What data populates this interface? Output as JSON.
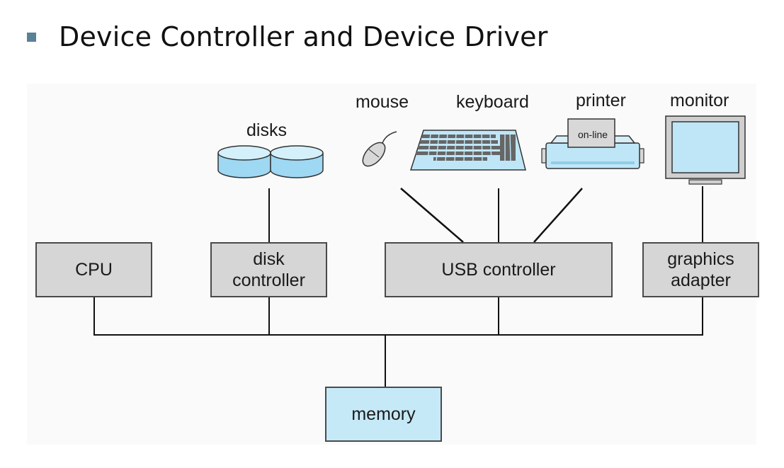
{
  "slide": {
    "title": "Device Controller and Device Driver"
  },
  "diagram": {
    "boxes": {
      "cpu": "CPU",
      "disk_controller": "disk\ncontroller",
      "usb_controller": "USB controller",
      "graphics_adapter": "graphics\nadapter",
      "memory": "memory"
    },
    "devices": {
      "disks": "disks",
      "mouse": "mouse",
      "keyboard": "keyboard",
      "printer": "printer",
      "printer_panel": "on-line",
      "monitor": "monitor"
    }
  },
  "colors": {
    "controller_fill": "#d6d6d6",
    "memory_fill": "#c6e9f7",
    "device_fill": "#bfe6f7",
    "bullet": "#5a8196"
  }
}
